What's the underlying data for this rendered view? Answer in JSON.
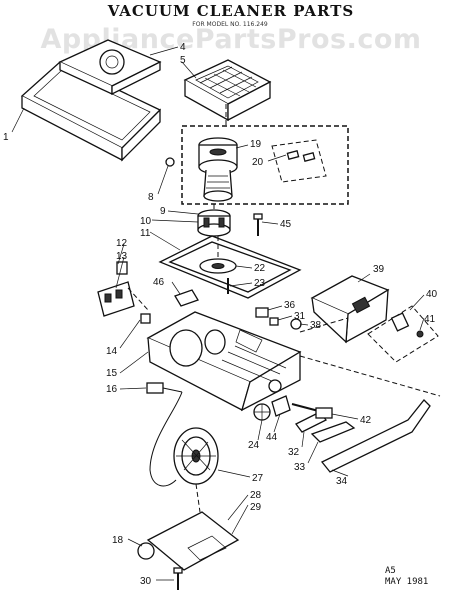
{
  "title": "VACUUM CLEANER PARTS",
  "subtitle": "FOR MODEL NO. 116.249",
  "watermark": "AppliancePartsPros.com",
  "footer": {
    "code": "A5",
    "date": "MAY 1981"
  },
  "callouts": [
    "1",
    "4",
    "5",
    "19",
    "20",
    "8",
    "9",
    "10",
    "11",
    "45",
    "12",
    "13",
    "22",
    "23",
    "39",
    "46",
    "36",
    "40",
    "31",
    "38",
    "41",
    "14",
    "15",
    "16",
    "42",
    "24",
    "44",
    "32",
    "33",
    "34",
    "27",
    "28",
    "29",
    "18",
    "30"
  ]
}
